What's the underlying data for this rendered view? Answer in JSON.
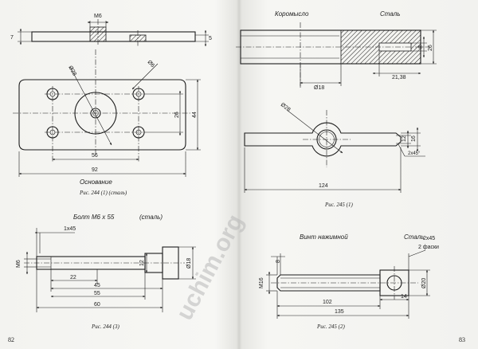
{
  "page_numbers": {
    "left": "82",
    "right": "83"
  },
  "watermark": "uchim.org",
  "fig_base": {
    "title": "Основание",
    "caption": "Рис. 244 (1) (сталь)",
    "dims": {
      "m6": "M6",
      "t7": "7",
      "t5": "5",
      "d28": "Ø28",
      "d6": "Ø6",
      "h26": "26",
      "h44": "44",
      "w56": "56",
      "w92": "92"
    }
  },
  "fig_bolt": {
    "title": "Болт М6 х 55",
    "material": "(сталь)",
    "caption": "Рис. 244 (3)",
    "dims": {
      "chamfer": "1x45",
      "m6": "M6",
      "h12": "12",
      "d18": "Ø18",
      "l22": "22",
      "l45": "45",
      "l55": "55",
      "l60": "60"
    }
  },
  "fig_rocker": {
    "title": "Коромысло",
    "material": "Сталь",
    "caption": "Рис. 245 (1)",
    "dims": {
      "d18": "Ø18",
      "r2138": "21,38",
      "h8": "8",
      "h26": "26",
      "d28": "Ø28",
      "h12": "12",
      "h16": "16",
      "chamfer": "2x45°",
      "l124": "124"
    }
  },
  "fig_screw": {
    "title": "Винт нажимной",
    "material": "Сталь",
    "chamfer": "2x45",
    "chamfer_note": "2 фаски",
    "caption": "Рис. 245 (2)",
    "dims": {
      "h8": "8",
      "m16": "M16",
      "d20": "Ø20",
      "l102": "102",
      "l135": "135",
      "l14": "14"
    }
  }
}
